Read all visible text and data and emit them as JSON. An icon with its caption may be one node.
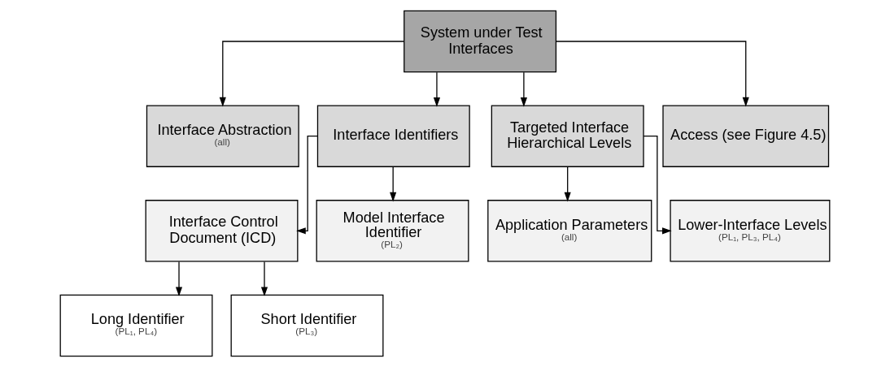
{
  "diagram": {
    "nodes": [
      {
        "text": [
          "System under Test Interfaces"
        ]
      },
      {
        "text": [
          "Interface Abstraction",
          "(all)"
        ]
      },
      {
        "text": [
          "Interface Identifiers"
        ]
      },
      {
        "text": [
          "Targeted Interface Hierarchical Levels"
        ]
      },
      {
        "text": [
          "Access (see Figure 4.5)"
        ]
      },
      {
        "text": [
          "Interface Control Document (ICD)"
        ]
      },
      {
        "text": [
          "Model Interface Identifier",
          "(PL₂)"
        ]
      },
      {
        "text": [
          "Application Parameters",
          "(all)"
        ]
      },
      {
        "text": [
          "Lower-Interface Levels",
          "(PL₁, PL₃, PL₄)"
        ]
      },
      {
        "text": [
          "Long Identifier",
          "(PL₁, PL₄)"
        ]
      },
      {
        "text": [
          "Short Identifier",
          "(PL₃)"
        ]
      }
    ],
    "edges": [
      {
        "from": 0,
        "to": 1,
        "arrow": "to"
      },
      {
        "from": 0,
        "to": 2,
        "arrow": "to"
      },
      {
        "from": 0,
        "to": 3,
        "arrow": "to"
      },
      {
        "from": 0,
        "to": 4,
        "arrow": "to"
      },
      {
        "from": 2,
        "to": 5,
        "arrow": "to"
      },
      {
        "from": 2,
        "to": 6,
        "arrow": "to"
      },
      {
        "from": 3,
        "to": 7,
        "arrow": "to"
      },
      {
        "from": 3,
        "to": 8,
        "arrow": "to"
      },
      {
        "from": 5,
        "to": 9,
        "arrow": "to"
      },
      {
        "from": 5,
        "to": 10,
        "arrow": "to"
      }
    ]
  }
}
